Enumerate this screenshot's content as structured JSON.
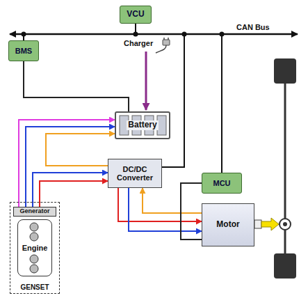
{
  "diagram": {
    "nodes": [
      {
        "text": [
          "VCU"
        ]
      },
      {
        "text": [
          "BMS"
        ]
      },
      {
        "text": [
          "Battery"
        ]
      },
      {
        "text": [
          "DC/DC Converter"
        ]
      },
      {
        "text": [
          "MCU"
        ]
      },
      {
        "text": [
          "Motor"
        ]
      },
      {
        "text": [
          "GENSET"
        ]
      },
      {
        "text": [
          "Generator"
        ],
        "in": 6
      },
      {
        "text": [
          "Engine"
        ],
        "in": 6
      }
    ],
    "edges": [
      {
        "from": 7,
        "to": 2,
        "arrow": "to"
      },
      {
        "from": 7,
        "to": 2,
        "arrow": "to"
      },
      {
        "from": 3,
        "to": 2,
        "arrow": "to"
      },
      {
        "from": 7,
        "to": 3,
        "arrow": "to"
      },
      {
        "from": 7,
        "to": 3,
        "arrow": "to"
      },
      {
        "from": 3,
        "to": 5,
        "arrow": "to"
      },
      {
        "from": 3,
        "to": 5,
        "arrow": "to"
      },
      {
        "from": 5,
        "to": 3,
        "arrow": "to"
      },
      {
        "from": 1,
        "to": 2,
        "arrow": "none"
      },
      {
        "from": 4,
        "to": 5,
        "arrow": "none"
      }
    ],
    "labels": [
      "CAN Bus",
      "Charger"
    ]
  }
}
